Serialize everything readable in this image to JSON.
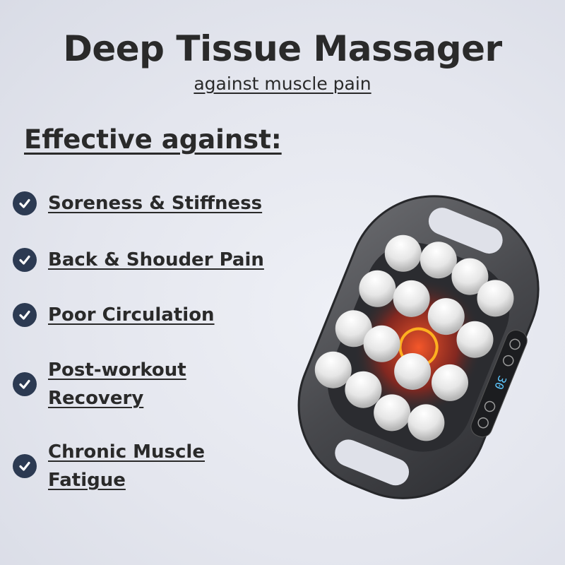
{
  "title": "Deep Tissue Massager",
  "subtitle": "against muscle pain",
  "section_heading": "Effective against:",
  "benefits": [
    {
      "label": "Soreness & Stiffness",
      "icon": "check-circle-icon"
    },
    {
      "label": "Back & Shouder Pain",
      "icon": "check-circle-icon"
    },
    {
      "label": "Poor Circulation",
      "icon": "check-circle-icon"
    },
    {
      "label": "Post-workout\nRecovery",
      "icon": "check-circle-icon"
    },
    {
      "label": "Chronic Muscle\nFatigue",
      "icon": "check-circle-icon"
    }
  ],
  "device": {
    "display_readout": "30",
    "buttons": [
      "minus-icon",
      "plus-icon",
      "mode-icon",
      "heat-icon"
    ]
  },
  "colors": {
    "check_badge": "#2c3a52",
    "text": "#2a2a2a",
    "heat_glow": "#ff3b1f"
  }
}
